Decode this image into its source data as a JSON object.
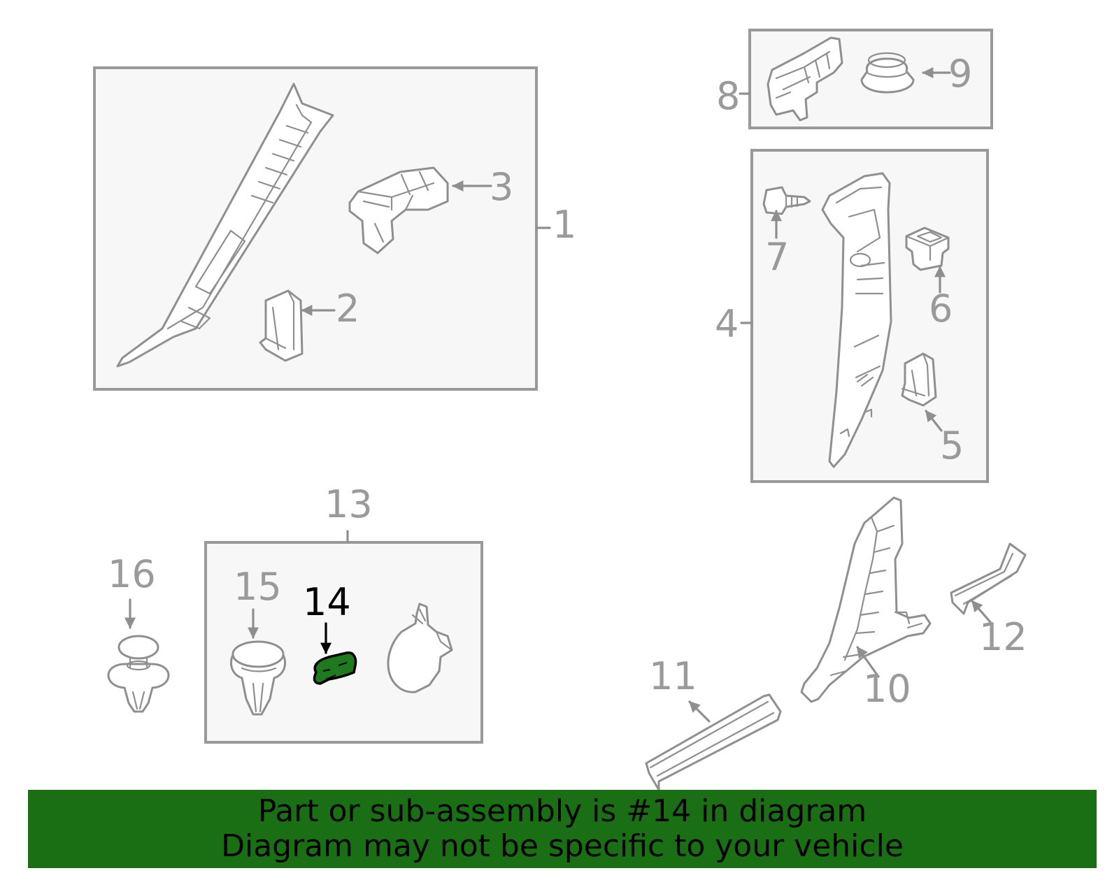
{
  "callouts": {
    "c1": "1",
    "c2": "2",
    "c3": "3",
    "c4": "4",
    "c5": "5",
    "c6": "6",
    "c7": "7",
    "c8": "8",
    "c9": "9",
    "c10": "10",
    "c11": "11",
    "c12": "12",
    "c13": "13",
    "c14": "14",
    "c15": "15",
    "c16": "16"
  },
  "highlighted_part": "14",
  "colors": {
    "highlight_fill": "#1f7a1f",
    "banner_background": "#1a6f14",
    "line_gray": "#8f8f8f",
    "box_fill": "#f7f7f7"
  },
  "banner": {
    "line1": "Part or sub-assembly is #14 in diagram",
    "line2": "Diagram may not be specific to your vehicle"
  }
}
